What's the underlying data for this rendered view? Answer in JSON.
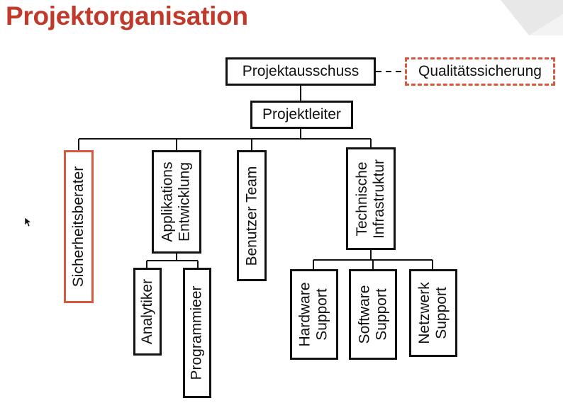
{
  "title": "Projektorganisation",
  "colors": {
    "title": "#c0392b",
    "accent_border": "#d9573f",
    "box_border": "#111111",
    "line": "#111111",
    "logo": "#e8e8e8"
  },
  "icons": {
    "corner": "corner-triangle-logo-icon",
    "pointer": "mouse-pointer-icon"
  },
  "org": {
    "steering": {
      "label": "Projektausschuss"
    },
    "quality": {
      "label": "Qualitätssicherung"
    },
    "lead": {
      "label": "Projektleiter"
    },
    "security": {
      "label": "Sicherheitsberater"
    },
    "appdev": {
      "line1": "Applikations",
      "line2": "Entwicklung",
      "children": [
        {
          "label": "Analytiker"
        },
        {
          "label": "Programmieer"
        }
      ]
    },
    "users": {
      "label": "Benutzer Team"
    },
    "infra": {
      "line1": "Technische",
      "line2": "Infrastruktur",
      "children": [
        {
          "line1": "Hardware",
          "line2": "Support"
        },
        {
          "line1": "Software",
          "line2": "Support"
        },
        {
          "line1": "Netzwerk",
          "line2": "Support"
        }
      ]
    }
  }
}
